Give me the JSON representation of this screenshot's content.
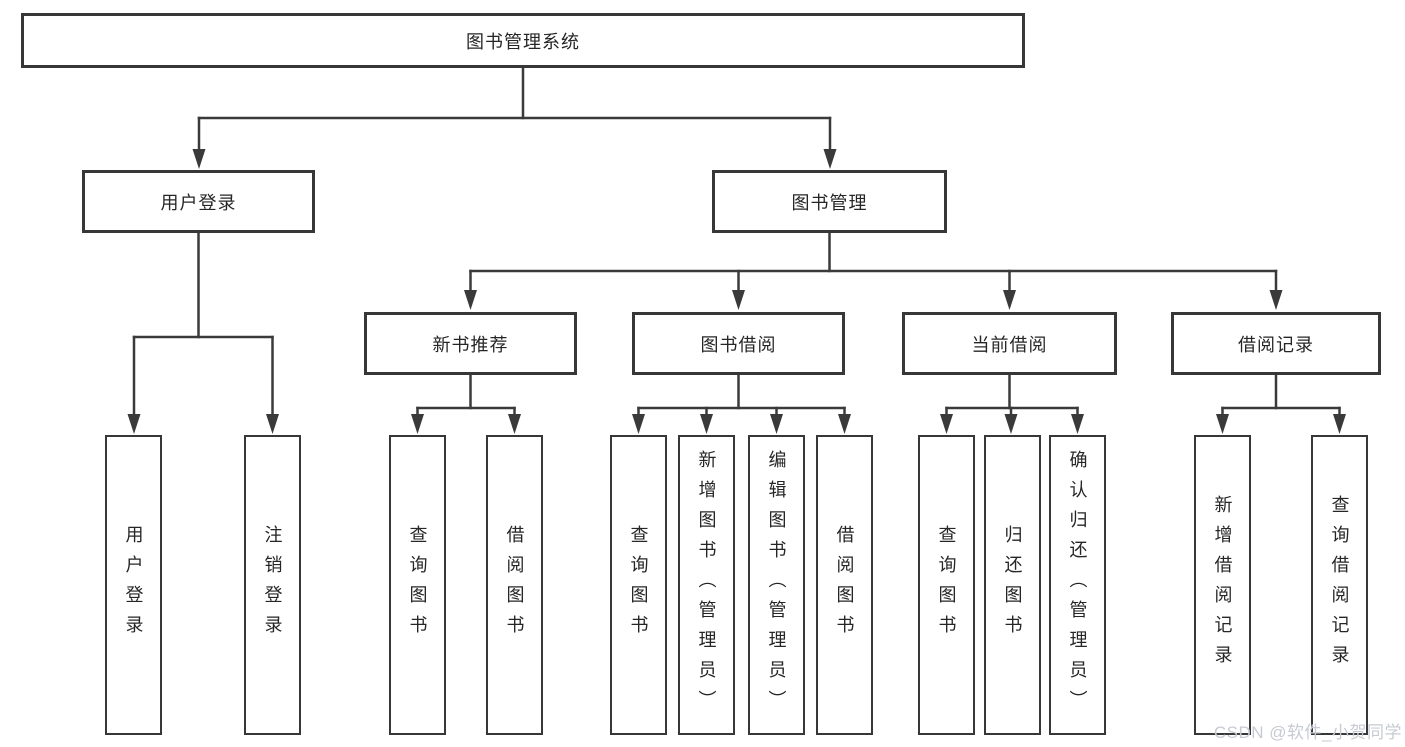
{
  "colors": {
    "line": "#3a3a3a",
    "border": "#373737",
    "text": "#262626",
    "bg": "#ffffff",
    "watermark": "#c7cbd1"
  },
  "watermark": {
    "text": "CSDN @软件_小贺同学"
  },
  "nodes": {
    "root": {
      "label": "图书管理系统"
    },
    "level2": {
      "user_login": {
        "label": "用户登录"
      },
      "book_management": {
        "label": "图书管理"
      }
    },
    "level3": {
      "new_book_recommend": {
        "label": "新书推荐"
      },
      "book_borrowing": {
        "label": "图书借阅"
      },
      "current_borrowing": {
        "label": "当前借阅"
      },
      "borrowing_records": {
        "label": "借阅记录"
      }
    },
    "leaves": {
      "user_login": {
        "label": "用户登录"
      },
      "logout": {
        "label": "注销登录"
      },
      "query_books_recommend": {
        "label": "查询图书"
      },
      "borrow_books_recommend": {
        "label": "借阅图书"
      },
      "query_books_borrowing": {
        "label": "查询图书"
      },
      "add_book_admin": {
        "label": "新增图书（管理员）"
      },
      "edit_book_admin": {
        "label": "编辑图书（管理员）"
      },
      "borrow_books_borrowing": {
        "label": "借阅图书"
      },
      "query_books_current": {
        "label": "查询图书"
      },
      "return_book": {
        "label": "归还图书"
      },
      "confirm_return_admin": {
        "label": "确认归还（管理员）"
      },
      "add_borrow_record": {
        "label": "新增借阅记录"
      },
      "query_borrow_record": {
        "label": "查询借阅记录"
      }
    }
  }
}
